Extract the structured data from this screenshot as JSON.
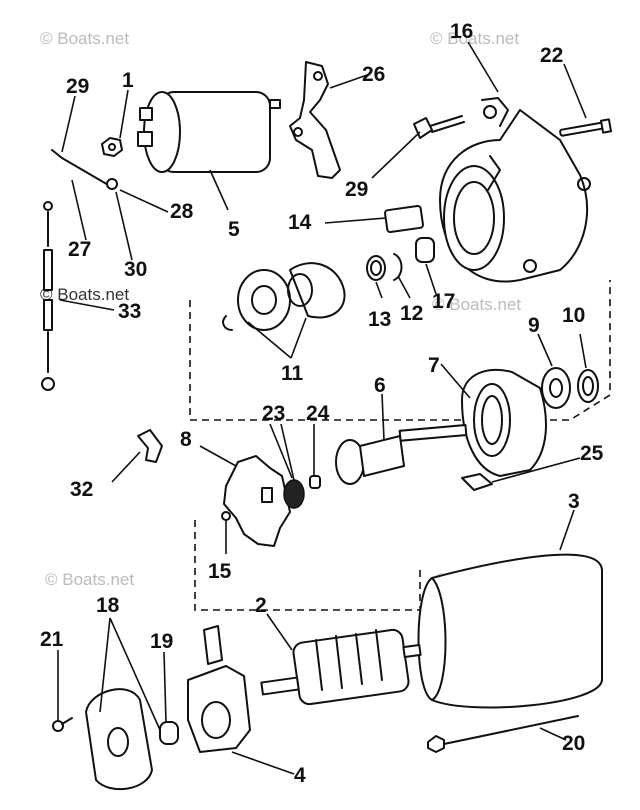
{
  "watermark": "© Boats.net",
  "callouts": {
    "c1": "1",
    "c2": "2",
    "c3": "3",
    "c4": "4",
    "c5": "5",
    "c6": "6",
    "c7": "7",
    "c8": "8",
    "c9": "9",
    "c10": "10",
    "c11": "11",
    "c12": "12",
    "c13": "13",
    "c14": "14",
    "c15": "15",
    "c16": "16",
    "c17": "17",
    "c18": "18",
    "c19": "19",
    "c20": "20",
    "c21": "21",
    "c22": "22",
    "c23": "23",
    "c24": "24",
    "c25": "25",
    "c26": "26",
    "c27": "27",
    "c28": "28",
    "c29a": "29",
    "c29b": "29",
    "c30": "30",
    "c32": "32",
    "c33": "33"
  }
}
